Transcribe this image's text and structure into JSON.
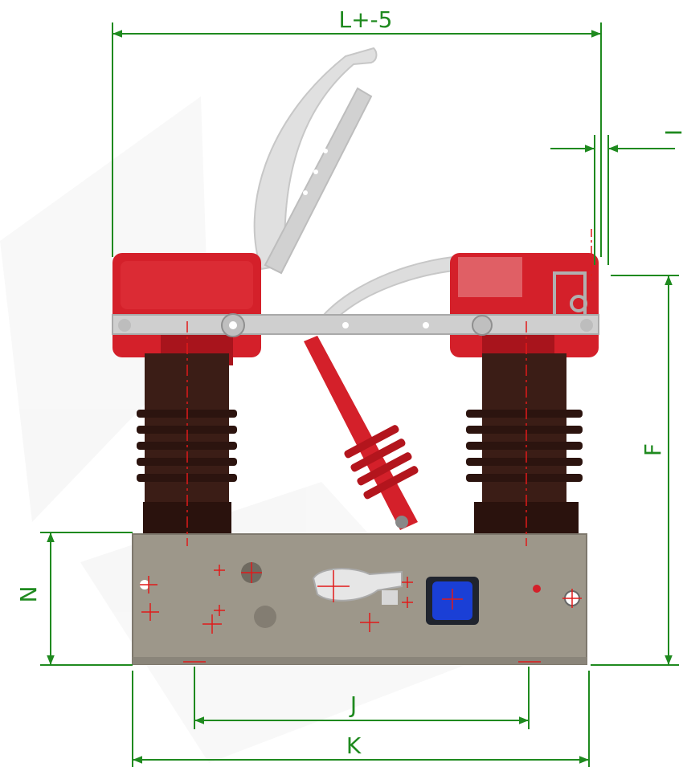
{
  "dimensions": {
    "total_length": "L+-5",
    "terminal_offset": "I",
    "height": "F",
    "base_height": "N",
    "mounting_spacing": "J",
    "base_width": "K"
  },
  "colors": {
    "dimension_line": "#1f8a1f",
    "terminal_red": "#d4202a",
    "insulator_brown": "#3b1d16",
    "base_plate": "#9d978a",
    "blade_silver": "#c9c9c9",
    "indicator_blue": "#1a3fd6",
    "centerline_red": "#e01a1a"
  }
}
